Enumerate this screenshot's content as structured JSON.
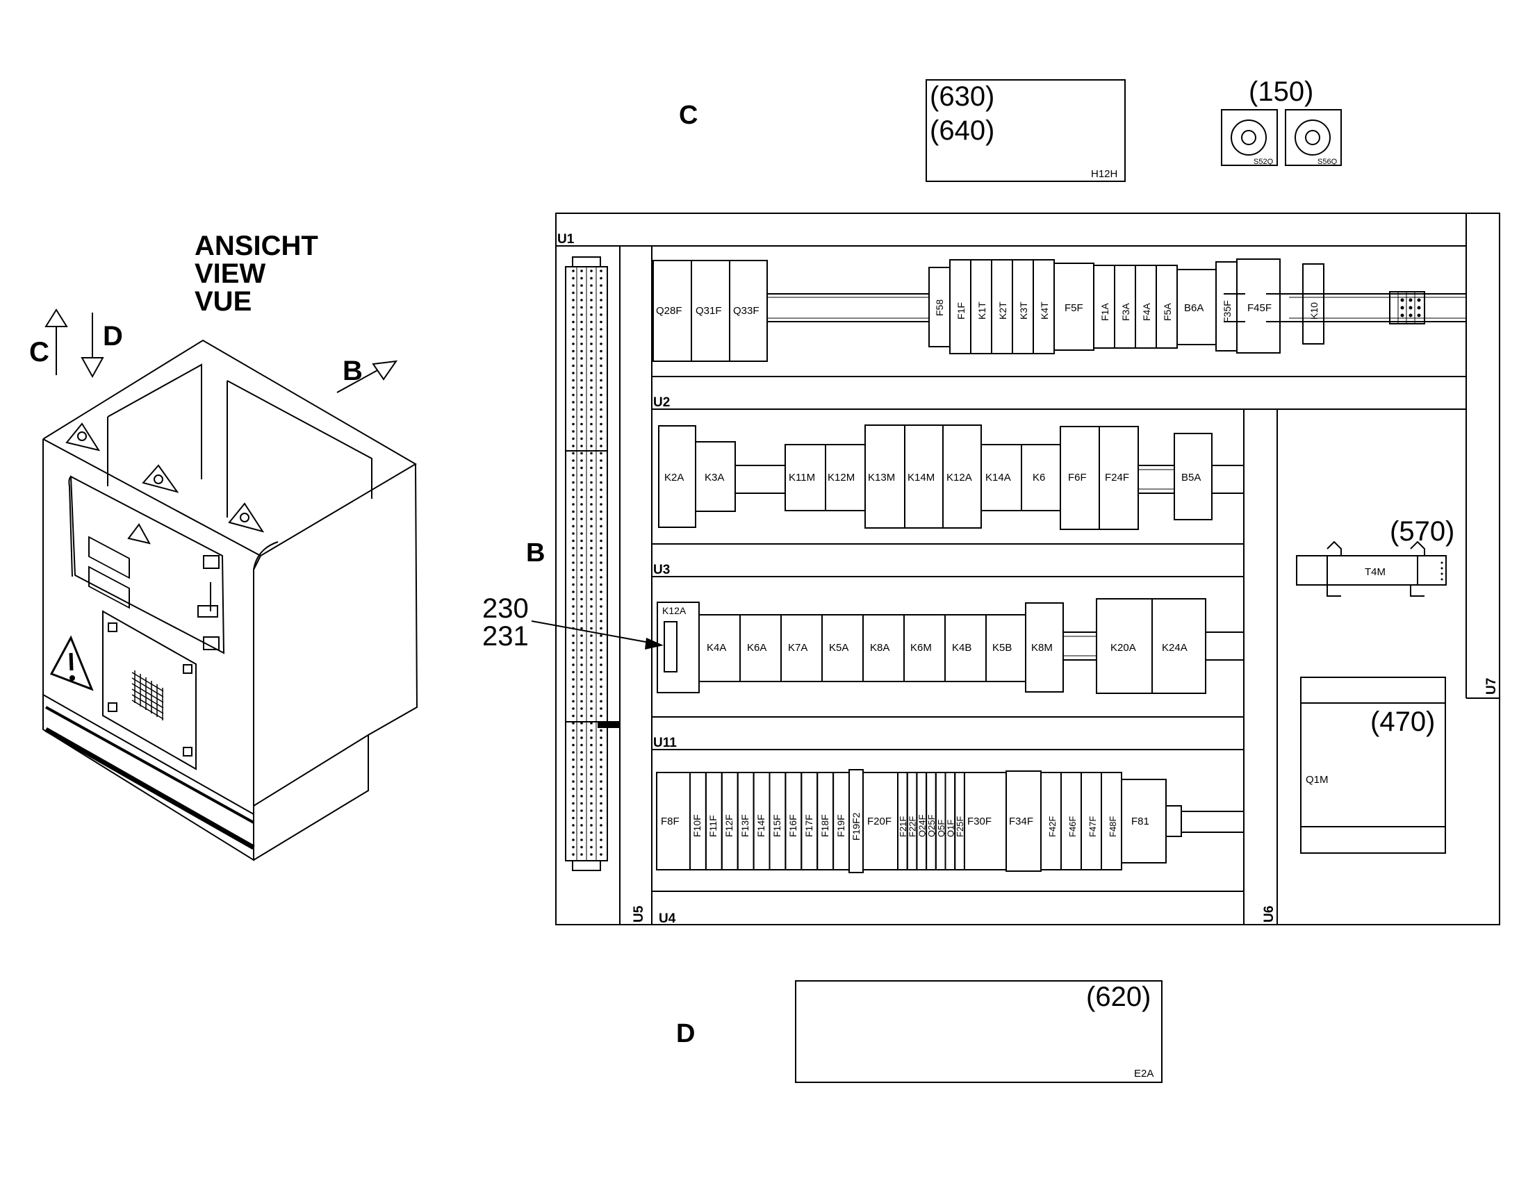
{
  "view_title": [
    "ANSICHT",
    "VIEW",
    "VUE"
  ],
  "view_markers": {
    "c": "C",
    "d": "D",
    "b": "B"
  },
  "sections": {
    "c_label": "C",
    "b_label": "B",
    "d_label": "D"
  },
  "references": {
    "r630": "(630)",
    "r640": "(640)",
    "h12h": "H12H",
    "r150": "(150)",
    "s52q": "S52Q",
    "s56q": "S56Q",
    "r570": "(570)",
    "t4m": "T4M",
    "r470": "(470)",
    "q1m": "Q1M",
    "r620": "(620)",
    "e2a": "E2A",
    "c230": "230",
    "c231": "231"
  },
  "rails": {
    "u1": "U1",
    "u2": "U2",
    "u3": "U3",
    "u11": "U11",
    "u4": "U4",
    "u5": "U5",
    "u6": "U6",
    "u7": "U7"
  },
  "row_u1_left": [
    "Q28F",
    "Q31F",
    "Q33F"
  ],
  "row_u1_vertical": [
    "F58",
    "F1F",
    "K1T",
    "K2T",
    "K3T",
    "K4T"
  ],
  "row_u1_f5f": "F5F",
  "row_u1_vertical2": [
    "F1A",
    "F3A",
    "F4A",
    "F5A"
  ],
  "row_u1_b6a": "B6A",
  "row_u1_f35f": "F35F",
  "row_u1_f45f": "F45F",
  "row_u1_k10": "K10",
  "row_u2": [
    "K2A",
    "K3A",
    "K11M",
    "K12M",
    "K13M",
    "K14M",
    "K12A",
    "K14A",
    "K6",
    "F6F",
    "F24F",
    "B5A"
  ],
  "row_u3_k12a": "K12A",
  "row_u3": [
    "K4A",
    "K6A",
    "K7A",
    "K5A",
    "K8A",
    "K6M",
    "K4B",
    "K5B",
    "K8M",
    "K20A",
    "K24A"
  ],
  "row_u11_f8f": "F8F",
  "row_u11_vertical": [
    "F10F",
    "F11F",
    "F12F",
    "F13F",
    "F14F",
    "F15F",
    "F16F",
    "F17F",
    "F18F",
    "F19F",
    "F19F2"
  ],
  "row_u11_f20f": "F20F",
  "row_u11_vertical2": [
    "F21F",
    "F22F",
    "Q24F",
    "Q25F",
    "Q5F",
    "Q1F",
    "F25F"
  ],
  "row_u11_f30f": "F30F",
  "row_u11_f34f": "F34F",
  "row_u11_vertical3": [
    "F42F",
    "F46F",
    "F47F",
    "F48F"
  ],
  "row_u11_f81": "F81"
}
